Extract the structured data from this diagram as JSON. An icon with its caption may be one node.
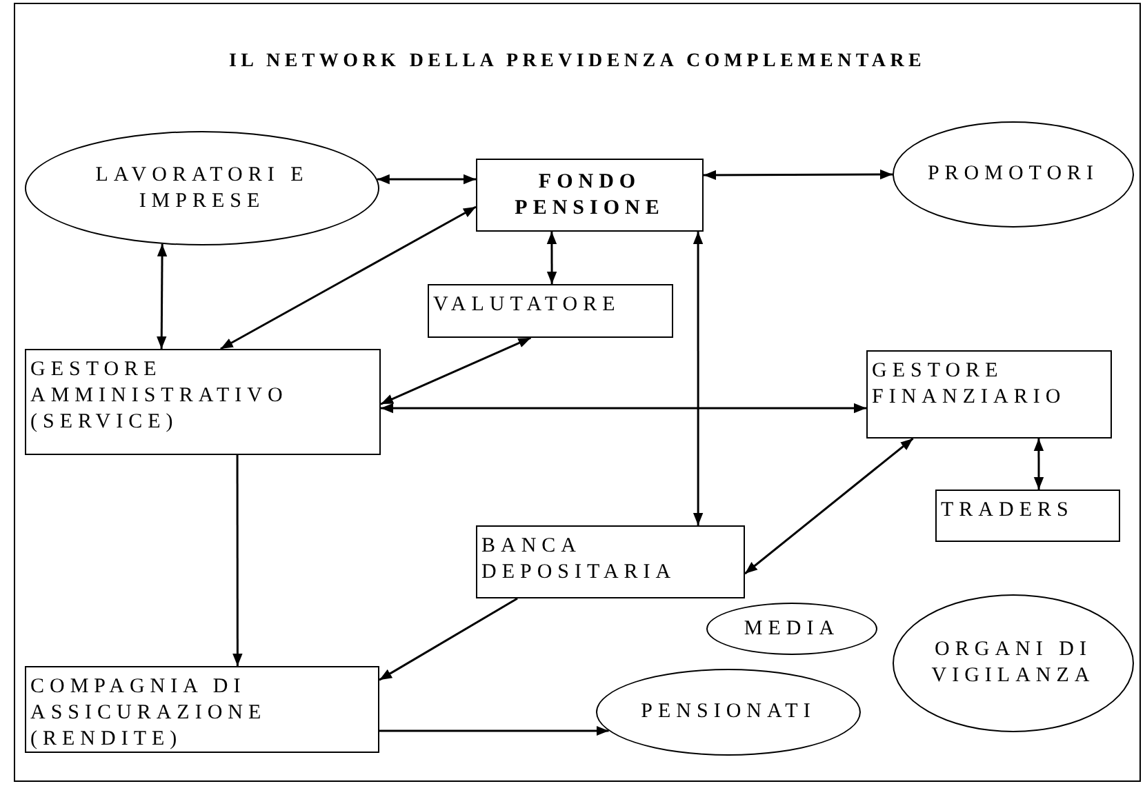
{
  "diagram": {
    "title": "IL NETWORK DELLA PREVIDENZA COMPLEMENTARE",
    "nodes": [
      {
        "text": [
          "LAVORATORI E IMPRESE"
        ]
      },
      {
        "text": [
          "FONDO PENSIONE"
        ]
      },
      {
        "text": [
          "PROMOTORI"
        ]
      },
      {
        "text": [
          "VALUTATORE"
        ]
      },
      {
        "text": [
          "GESTORE AMMINISTRATIVO (SERVICE)"
        ]
      },
      {
        "text": [
          "GESTORE FINANZIARIO"
        ]
      },
      {
        "text": [
          "TRADERS"
        ]
      },
      {
        "text": [
          "BANCA DEPOSITARIA"
        ]
      },
      {
        "text": [
          "MEDIA"
        ]
      },
      {
        "text": [
          "ORGANI DI VIGILANZA"
        ]
      },
      {
        "text": [
          "COMPAGNIA DI ASSICURAZIONE (RENDITE)"
        ]
      },
      {
        "text": [
          "PENSIONATI"
        ]
      }
    ],
    "edges": [
      {
        "from": 0,
        "to": 1,
        "arrow": "both"
      },
      {
        "from": 1,
        "to": 2,
        "arrow": "both"
      },
      {
        "from": 0,
        "to": 4,
        "arrow": "both"
      },
      {
        "from": 1,
        "to": 4,
        "arrow": "both"
      },
      {
        "from": 1,
        "to": 3,
        "arrow": "both"
      },
      {
        "from": 4,
        "to": 3,
        "arrow": "both"
      },
      {
        "from": 4,
        "to": 5,
        "arrow": "both"
      },
      {
        "from": 7,
        "to": 1,
        "arrow": "both"
      },
      {
        "from": 5,
        "to": 7,
        "arrow": "both"
      },
      {
        "from": 5,
        "to": 6,
        "arrow": "both"
      },
      {
        "from": 4,
        "to": 10,
        "arrow": "to"
      },
      {
        "from": 7,
        "to": 10,
        "arrow": "to"
      },
      {
        "from": 10,
        "to": 11,
        "arrow": "to"
      }
    ]
  }
}
